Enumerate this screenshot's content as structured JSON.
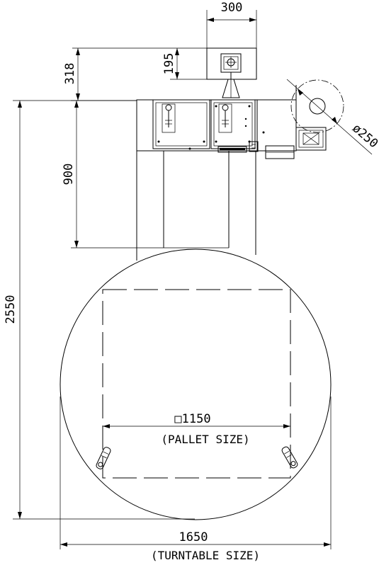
{
  "dimensions": {
    "motor_width": "300",
    "mast_offset_total": "318",
    "mast_offset": "195",
    "carriage_depth": "900",
    "overall_length": "2550",
    "roll_diameter": "ø250",
    "pallet_size": "□1150",
    "pallet_caption": "(PALLET SIZE)",
    "turntable_size": "1650",
    "turntable_caption": "(TURNTABLE SIZE)"
  }
}
